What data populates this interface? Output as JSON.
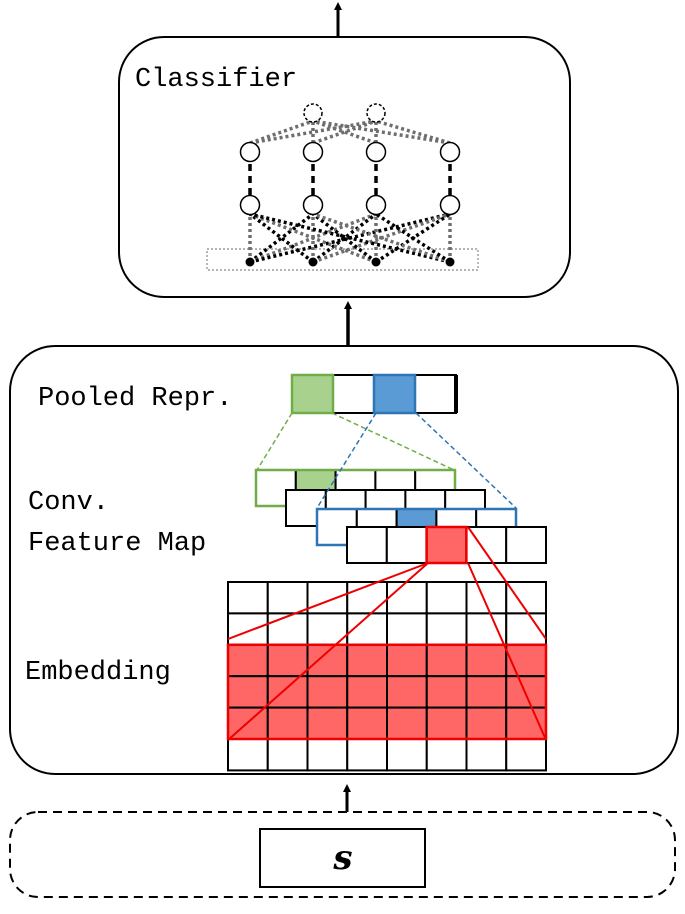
{
  "classifier": {
    "label": "Classifier"
  },
  "encoder": {
    "pooled_label": "Pooled Repr.",
    "conv_label_line1": "Conv.",
    "conv_label_line2": "Feature Map",
    "embedding_label": "Embedding"
  },
  "input": {
    "symbol": "s"
  },
  "colors": {
    "green_fill": "#a9d18e",
    "green_line": "#70ad47",
    "blue_fill": "#5b9bd5",
    "blue_line": "#2e75b6",
    "red_fill": "#ff6666",
    "red_line": "#ee0000",
    "gray_dash": "#6e6e6e"
  }
}
